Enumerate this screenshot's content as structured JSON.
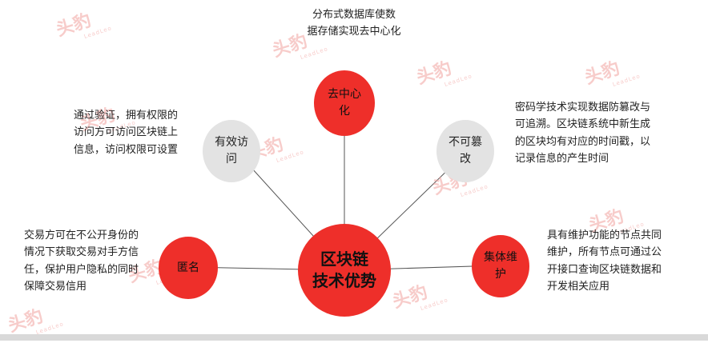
{
  "colors": {
    "red": "#ee2f2a",
    "gray": "#e3e3e3",
    "line": "#555555",
    "watermark": "#f2a3a0"
  },
  "center": {
    "line1": "区块链",
    "line2": "技术优势"
  },
  "nodes": {
    "decentralized": {
      "line1": "去中心",
      "line2": "化",
      "desc": "分布式数据库使数\n据存储实现去中心化"
    },
    "immutable": {
      "line1": "不可篡",
      "line2": "改",
      "desc": "密码学技术实现数据防篡改与\n可追溯。区块链系统中新生成\n的区块均有对应的时间戳，以\n记录信息的产生时间"
    },
    "effective_access": {
      "line1": "有效访",
      "line2": "问",
      "desc": "通过验证，拥有权限的\n访问方可访问区块链上\n信息，访问权限可设置"
    },
    "anonymous": {
      "line1": "匿名",
      "line2": "",
      "desc": "交易方可在不公开身份的\n情况下获取交易对手方信\n任，保护用户隐私的同时\n保障交易信用"
    },
    "collective_maintenance": {
      "line1": "集体维",
      "line2": "护",
      "desc": "具有维护功能的节点共同\n维护，所有节点可通过公\n开接口查询区块链数据和\n开发相关应用"
    }
  },
  "watermark": {
    "text": "头豹",
    "sub": "LeadLeo"
  }
}
